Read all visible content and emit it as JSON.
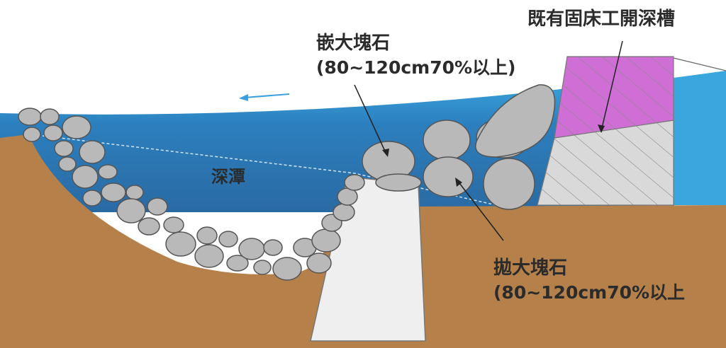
{
  "labels": {
    "existing_structure": "既有固床工開深槽",
    "embedded_stone_title": "嵌大塊石",
    "embedded_stone_spec": "(80~120cm70%以上)",
    "deep_pool": "深潭",
    "placed_stone_title": "拋大塊石",
    "placed_stone_spec": "(80~120cm70%以上"
  },
  "colors": {
    "soil": "#b5804a",
    "water_surface": "#3aa6de",
    "water_deep": "#2a6aa3",
    "stone": "#b9b9b9",
    "concrete": "#efefef",
    "structure_top": "#cf6fd6",
    "structure_base": "#d9d9d9",
    "flow_arrow": "#3a9ee0"
  }
}
